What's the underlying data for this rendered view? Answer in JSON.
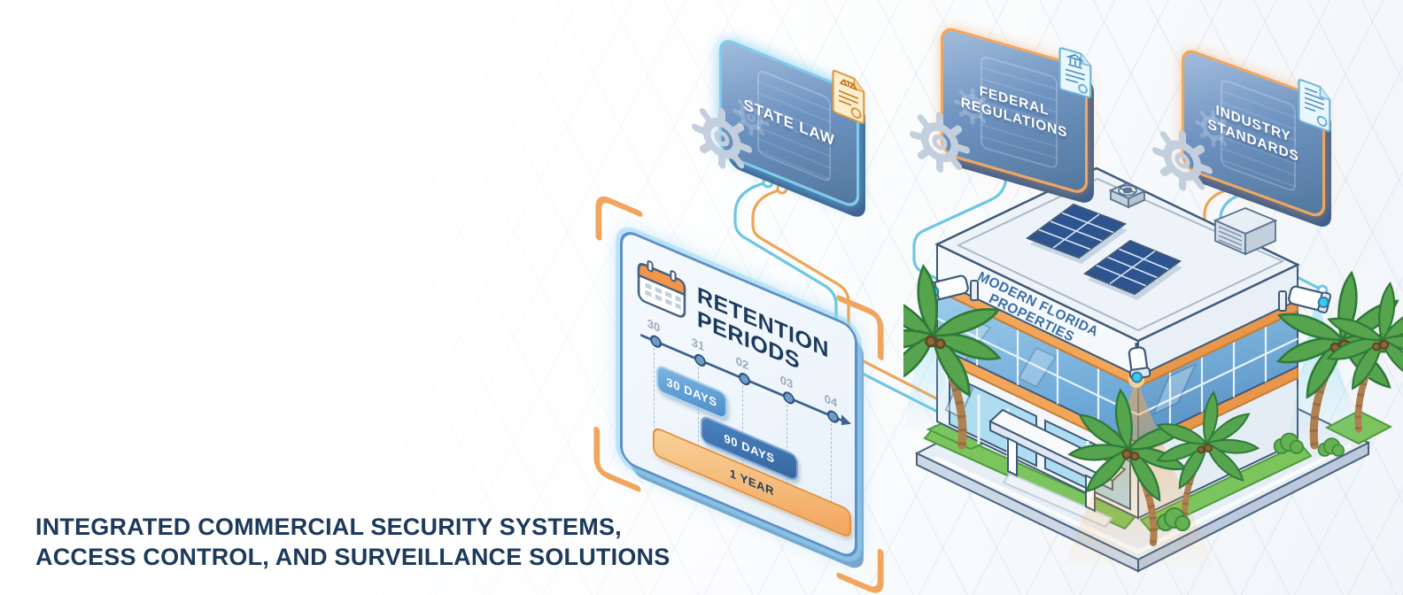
{
  "page": {
    "type": "security-solutions-illustration"
  },
  "headline": {
    "line1": "INTEGRATED COMMERCIAL SECURITY SYSTEMS,",
    "line2": "ACCESS CONTROL, AND SURVEILLANCE SOLUTIONS",
    "color": "#1d3a5c"
  },
  "compliance_cards": [
    {
      "label": "STATE LAW",
      "accent_color": "#7fcbec",
      "icon": "legal-scales-document-icon"
    },
    {
      "label": "FEDERAL REGULATIONS",
      "accent_color": "#f2a55c",
      "icon": "government-document-icon"
    },
    {
      "label": "INDUSTRY STANDARDS",
      "accent_color": "#f2a55c",
      "icon": "standards-document-icon"
    }
  ],
  "retention_panel": {
    "title_line1": "RETENTION",
    "title_line2": "PERIODS",
    "calendar_icon": "calendar-icon",
    "timeline_ticks": [
      "30",
      "31",
      "02",
      "03",
      "04"
    ],
    "periods": [
      {
        "label": "30 DAYS",
        "color": "#5e9fd8"
      },
      {
        "label": "90 DAYS",
        "color": "#3f77b4"
      },
      {
        "label": "1 YEAR",
        "color": "#f6b76e"
      }
    ]
  },
  "building": {
    "sign_line1": "MODERN FLORIDA",
    "sign_line2": "PROPERTIES",
    "sign_color": "#3a6fa5"
  },
  "palette": {
    "accent_orange": "#f2a55c",
    "accent_cyan": "#7fcbec",
    "navy": "#1c3a5e",
    "glass_blue": "#7db8e0",
    "lawn_green": "#7cc45e"
  }
}
